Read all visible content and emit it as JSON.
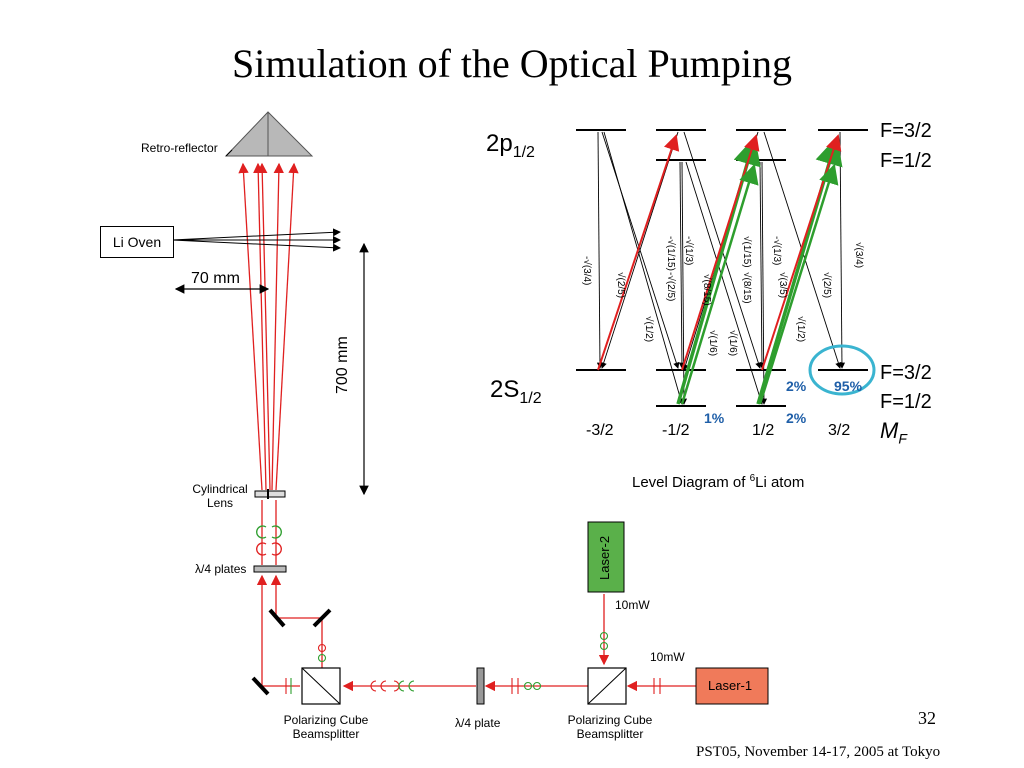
{
  "title": "Simulation of the Optical Pumping",
  "optics": {
    "retro_reflector": "Retro-reflector",
    "li_oven": "Li Oven",
    "dist_70": "70 mm",
    "dist_700": "700 mm",
    "cyl_lens_1": "Cylindrical",
    "cyl_lens_2": "Lens",
    "qwp_plates": "λ/4 plates",
    "pbs_left_1": "Polarizing Cube",
    "pbs_left_2": "Beamsplitter",
    "qwp_plate": "λ/4 plate",
    "pbs_right_1": "Polarizing Cube",
    "pbs_right_2": "Beamsplitter",
    "laser2": "Laser-2",
    "laser2_power": "10mW",
    "laser1": "Laser-1",
    "laser1_power": "10mW"
  },
  "level_diagram": {
    "upper_state": "2p",
    "upper_sub": "1/2",
    "lower_state": "2S",
    "lower_sub": "1/2",
    "f32": "F=3/2",
    "f12": "F=1/2",
    "f32_low": "F=3/2",
    "f12_low": "F=1/2",
    "mf_label": "M",
    "mf_sub": "F",
    "mf_values": [
      "-3/2",
      "-1/2",
      "1/2",
      "3/2"
    ],
    "pct_95": "95%",
    "pct_2a": "2%",
    "pct_2b": "2%",
    "pct_1": "1%",
    "caption_pre": "Level Diagram of ",
    "caption_sup": "6",
    "caption_post": "Li atom",
    "coefficients": [
      "-√(3/4)",
      "√(2/5)",
      "√(1/2)",
      "-√(1/15)",
      "-√(1/3)",
      "-√(2/5)",
      "√(8/15)",
      "√(1/6)",
      "√(1/15)",
      "-√(1/3)",
      "√(8/15)",
      "√(1/6)",
      "√(3/5)",
      "√(1/2)",
      "√(2/5)",
      "√(3/4)"
    ]
  },
  "page_number": "32",
  "footer": "PST05, November 14-17, 2005 at Tokyo",
  "colors": {
    "beam": "#e02020",
    "pump": "#2e9e2e",
    "laser1": "#f07a5a",
    "laser2": "#5ab04a",
    "circle": "#3ab4d0",
    "pct": "#1f5fa8"
  }
}
